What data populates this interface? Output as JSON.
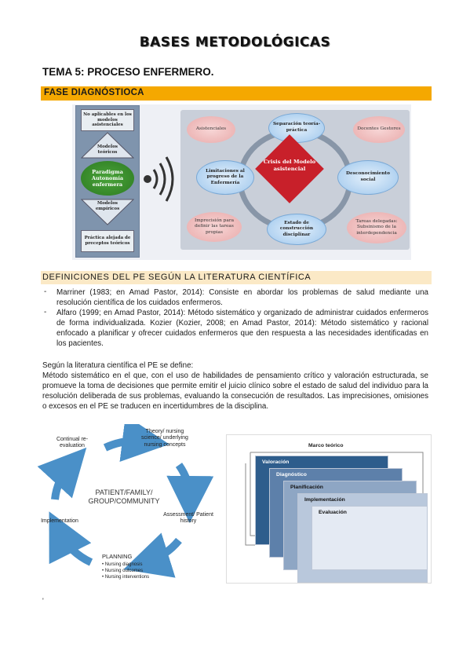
{
  "header": {
    "title": "BASES METODOLÓGICAS",
    "tema": "TEMA 5: PROCESO ENFERMERO.",
    "fase": "FASE DIAGNÓSTIOCA"
  },
  "diagram_top": {
    "left": {
      "top_box": "No aplicables en los modelos asistenciales",
      "tri_up": "Modelos teóricos",
      "paradigm": "Paradigma Autonomía enfermera",
      "tri_down": "Modelos empíricos",
      "bottom_box": "Práctica alejada de preceptos teóricos"
    },
    "right": {
      "asistenciales": "Asistenciales",
      "separacion": "Separación teoría-práctica",
      "docentes": "Docentes Gestores",
      "limitaciones": "Limitaciones al progreso de la Enfermería",
      "crisis": "Crisis del Modelo asistencial",
      "desconocimiento": "Desconocimiento social",
      "imprecision": "Imprecisión para definir las tareas propias",
      "estado": "Estado de construcción disciplinar",
      "tareas": "Tareas delegadas: Subsinismo de la interdependencia"
    }
  },
  "definiciones": {
    "heading": "DEFINICIONES DEL PE SEGÚN LA LITERATURA CIENTÍFICA",
    "items": [
      "Marriner (1983; en Amad Pastor, 2014): Consiste en abordar los problemas de salud mediante una resolución científica de los cuidados enfermeros.",
      "Alfaro (1999; en Amad Pastor, 2014): Método sistemático y organizado de administrar cuidados enfermeros de forma individualizada. Kozier (Kozier, 2008; en Amad Pastor, 2014): Método sistemático y racional enfocado a planificar y ofrecer cuidados enfermeros que den respuesta a las necesidades identificadas en los pacientes."
    ],
    "intro": "Según la literatura científica el PE se define:",
    "paragraph": "Método sistemático en el que, con el uso de habilidades de pensamiento crítico y valoración estructurada, se promueve la toma de decisiones que permite emitir el juicio clínico sobre el estado de salud del individuo para la resolución deliberada de sus problemas, evaluando la consecución de resultados. Las imprecisiones, omisiones o excesos en el PE se traducen en incertidumbres de la disciplina."
  },
  "cycle": {
    "continual": "Continual re-evaluation",
    "theory": "Theory/ nursing science/ underlying nursing concepts",
    "center": "PATIENT/FAMILY/ GROUP/COMMUNITY",
    "assessment": "Assessment/ Patient history",
    "implementation": "Implementation",
    "planning": "PLANNING",
    "planning_items": [
      "• Nursing diagnosis",
      "• Nursing outcomes",
      "• Nursing interventions"
    ]
  },
  "steps": {
    "marco": "Marco teórico",
    "valoracion": "Valoración",
    "diagnostico": "Diagnóstico",
    "planificacion": "Planificación",
    "implementacion": "Implementación",
    "evaluacion": "Evaluación"
  },
  "footer_mark": "'",
  "colors": {
    "fase_bar": "#f5a800",
    "def_bar": "#fbe9c6",
    "arrow_blue": "#4a90c8",
    "crisis_red": "#c8202a"
  }
}
